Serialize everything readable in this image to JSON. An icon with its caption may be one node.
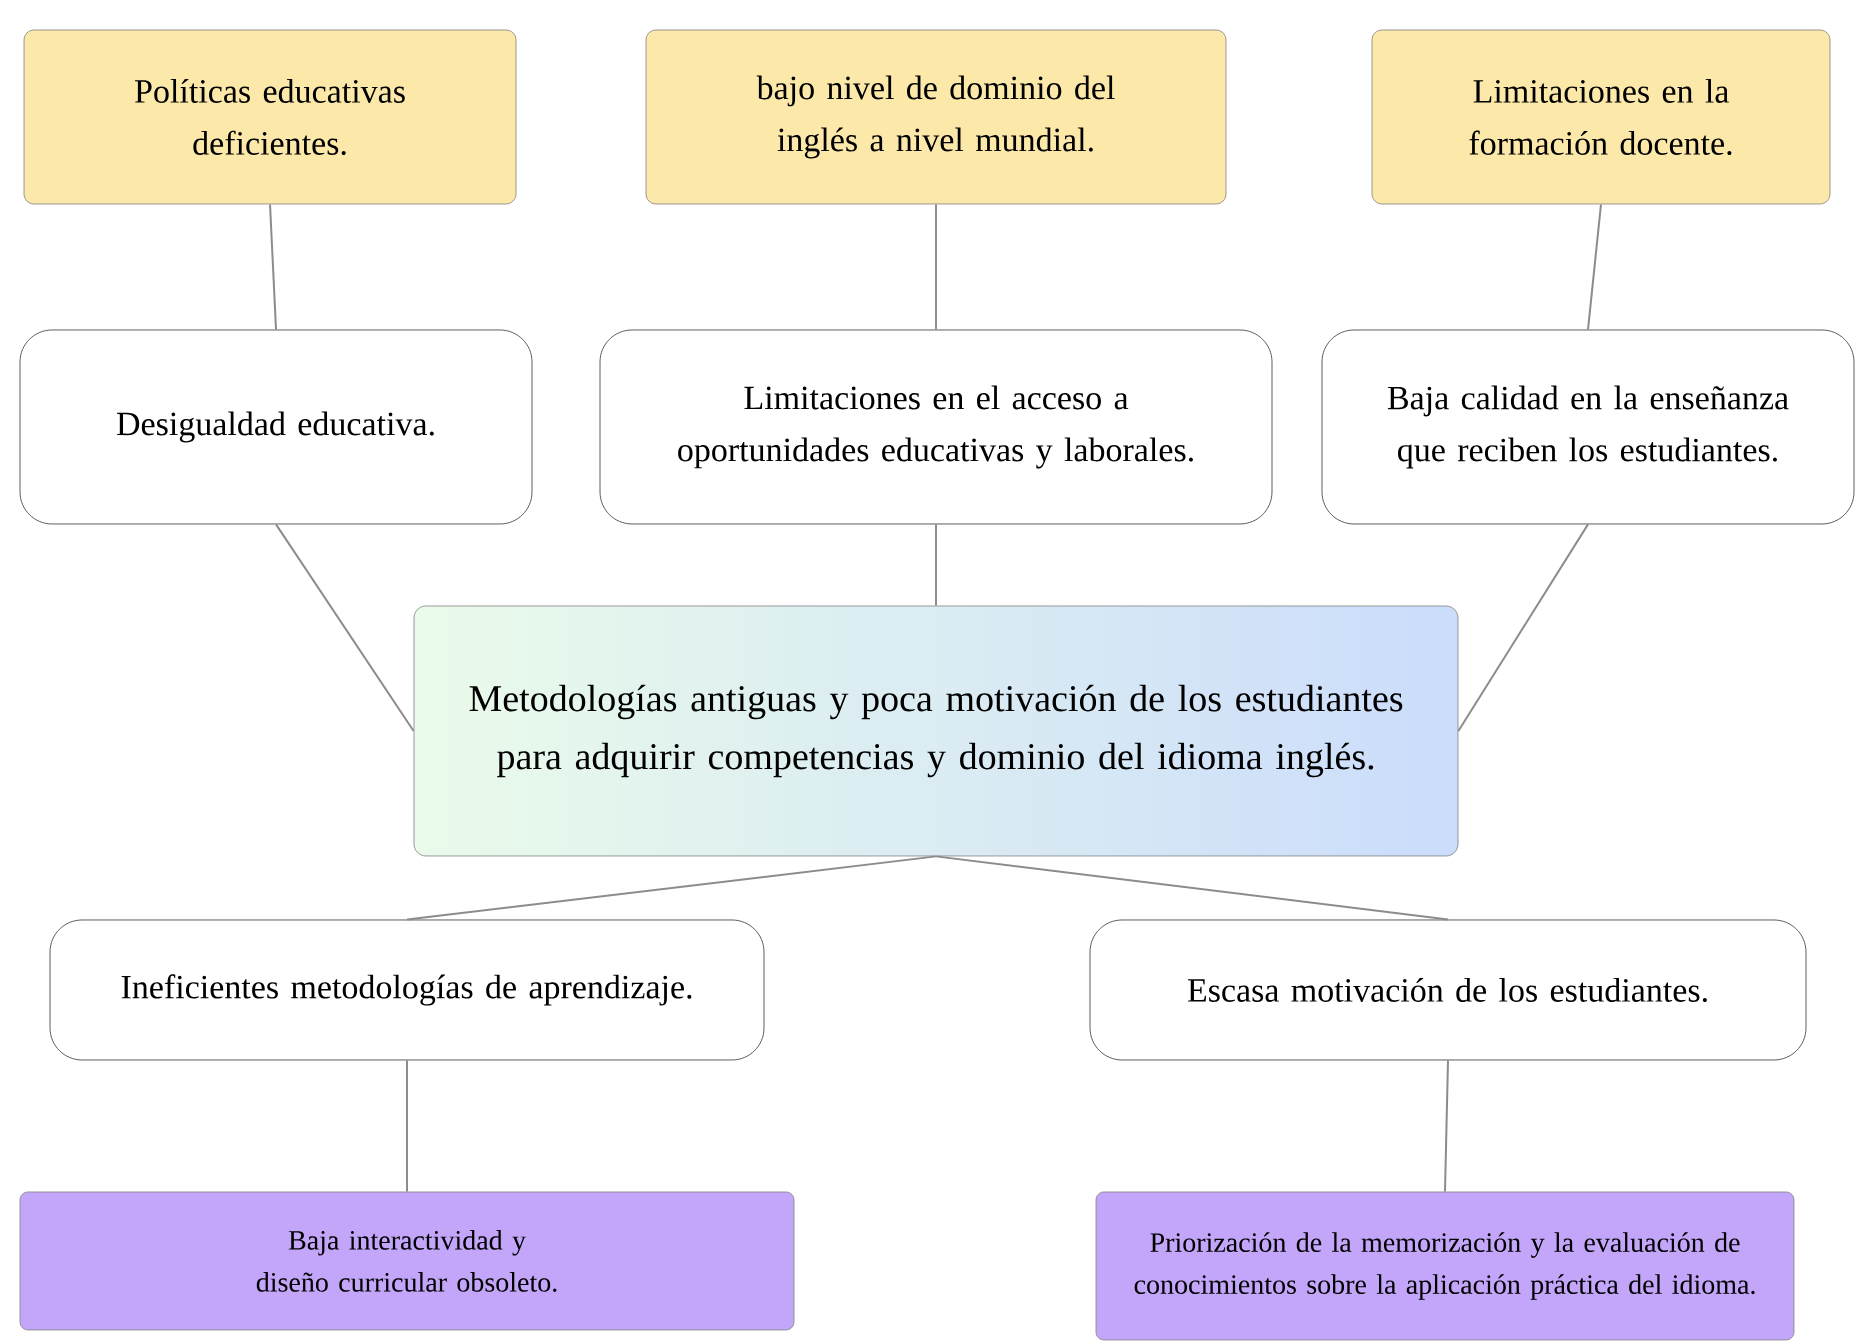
{
  "diagram": {
    "nodes": [
      {
        "text": [
          "Políticas educativas deficientes."
        ]
      },
      {
        "text": [
          "bajo nivel de dominio del inglés a nivel mundial."
        ]
      },
      {
        "text": [
          "Limitaciones en la formación docente."
        ]
      },
      {
        "text": [
          "Desigualdad educativa."
        ]
      },
      {
        "text": [
          "Limitaciones en el acceso a oportunidades educativas y laborales."
        ]
      },
      {
        "text": [
          "Baja calidad en la enseñanza que reciben los estudiantes."
        ]
      },
      {
        "text": [
          "Metodologías antiguas y poca motivación de los estudiantes para adquirir competencias y dominio del idioma inglés."
        ]
      },
      {
        "text": [
          "Ineficientes metodologías de aprendizaje."
        ]
      },
      {
        "text": [
          "Escasa motivación de los estudiantes."
        ]
      },
      {
        "text": [
          "Baja interactividad y diseño curricular obsoleto."
        ]
      },
      {
        "text": [
          "Priorización de la memorización y la evaluación de conocimientos sobre la aplicación práctica del idioma."
        ]
      }
    ],
    "edges": [
      {
        "from": 0,
        "to": 3,
        "arrow": "none"
      },
      {
        "from": 1,
        "to": 4,
        "arrow": "none"
      },
      {
        "from": 2,
        "to": 5,
        "arrow": "none"
      },
      {
        "from": 3,
        "to": 6,
        "arrow": "none"
      },
      {
        "from": 4,
        "to": 6,
        "arrow": "none"
      },
      {
        "from": 5,
        "to": 6,
        "arrow": "none"
      },
      {
        "from": 6,
        "to": 7,
        "arrow": "none"
      },
      {
        "from": 6,
        "to": 8,
        "arrow": "none"
      },
      {
        "from": 7,
        "to": 9,
        "arrow": "none"
      },
      {
        "from": 8,
        "to": 10,
        "arrow": "none"
      }
    ]
  }
}
